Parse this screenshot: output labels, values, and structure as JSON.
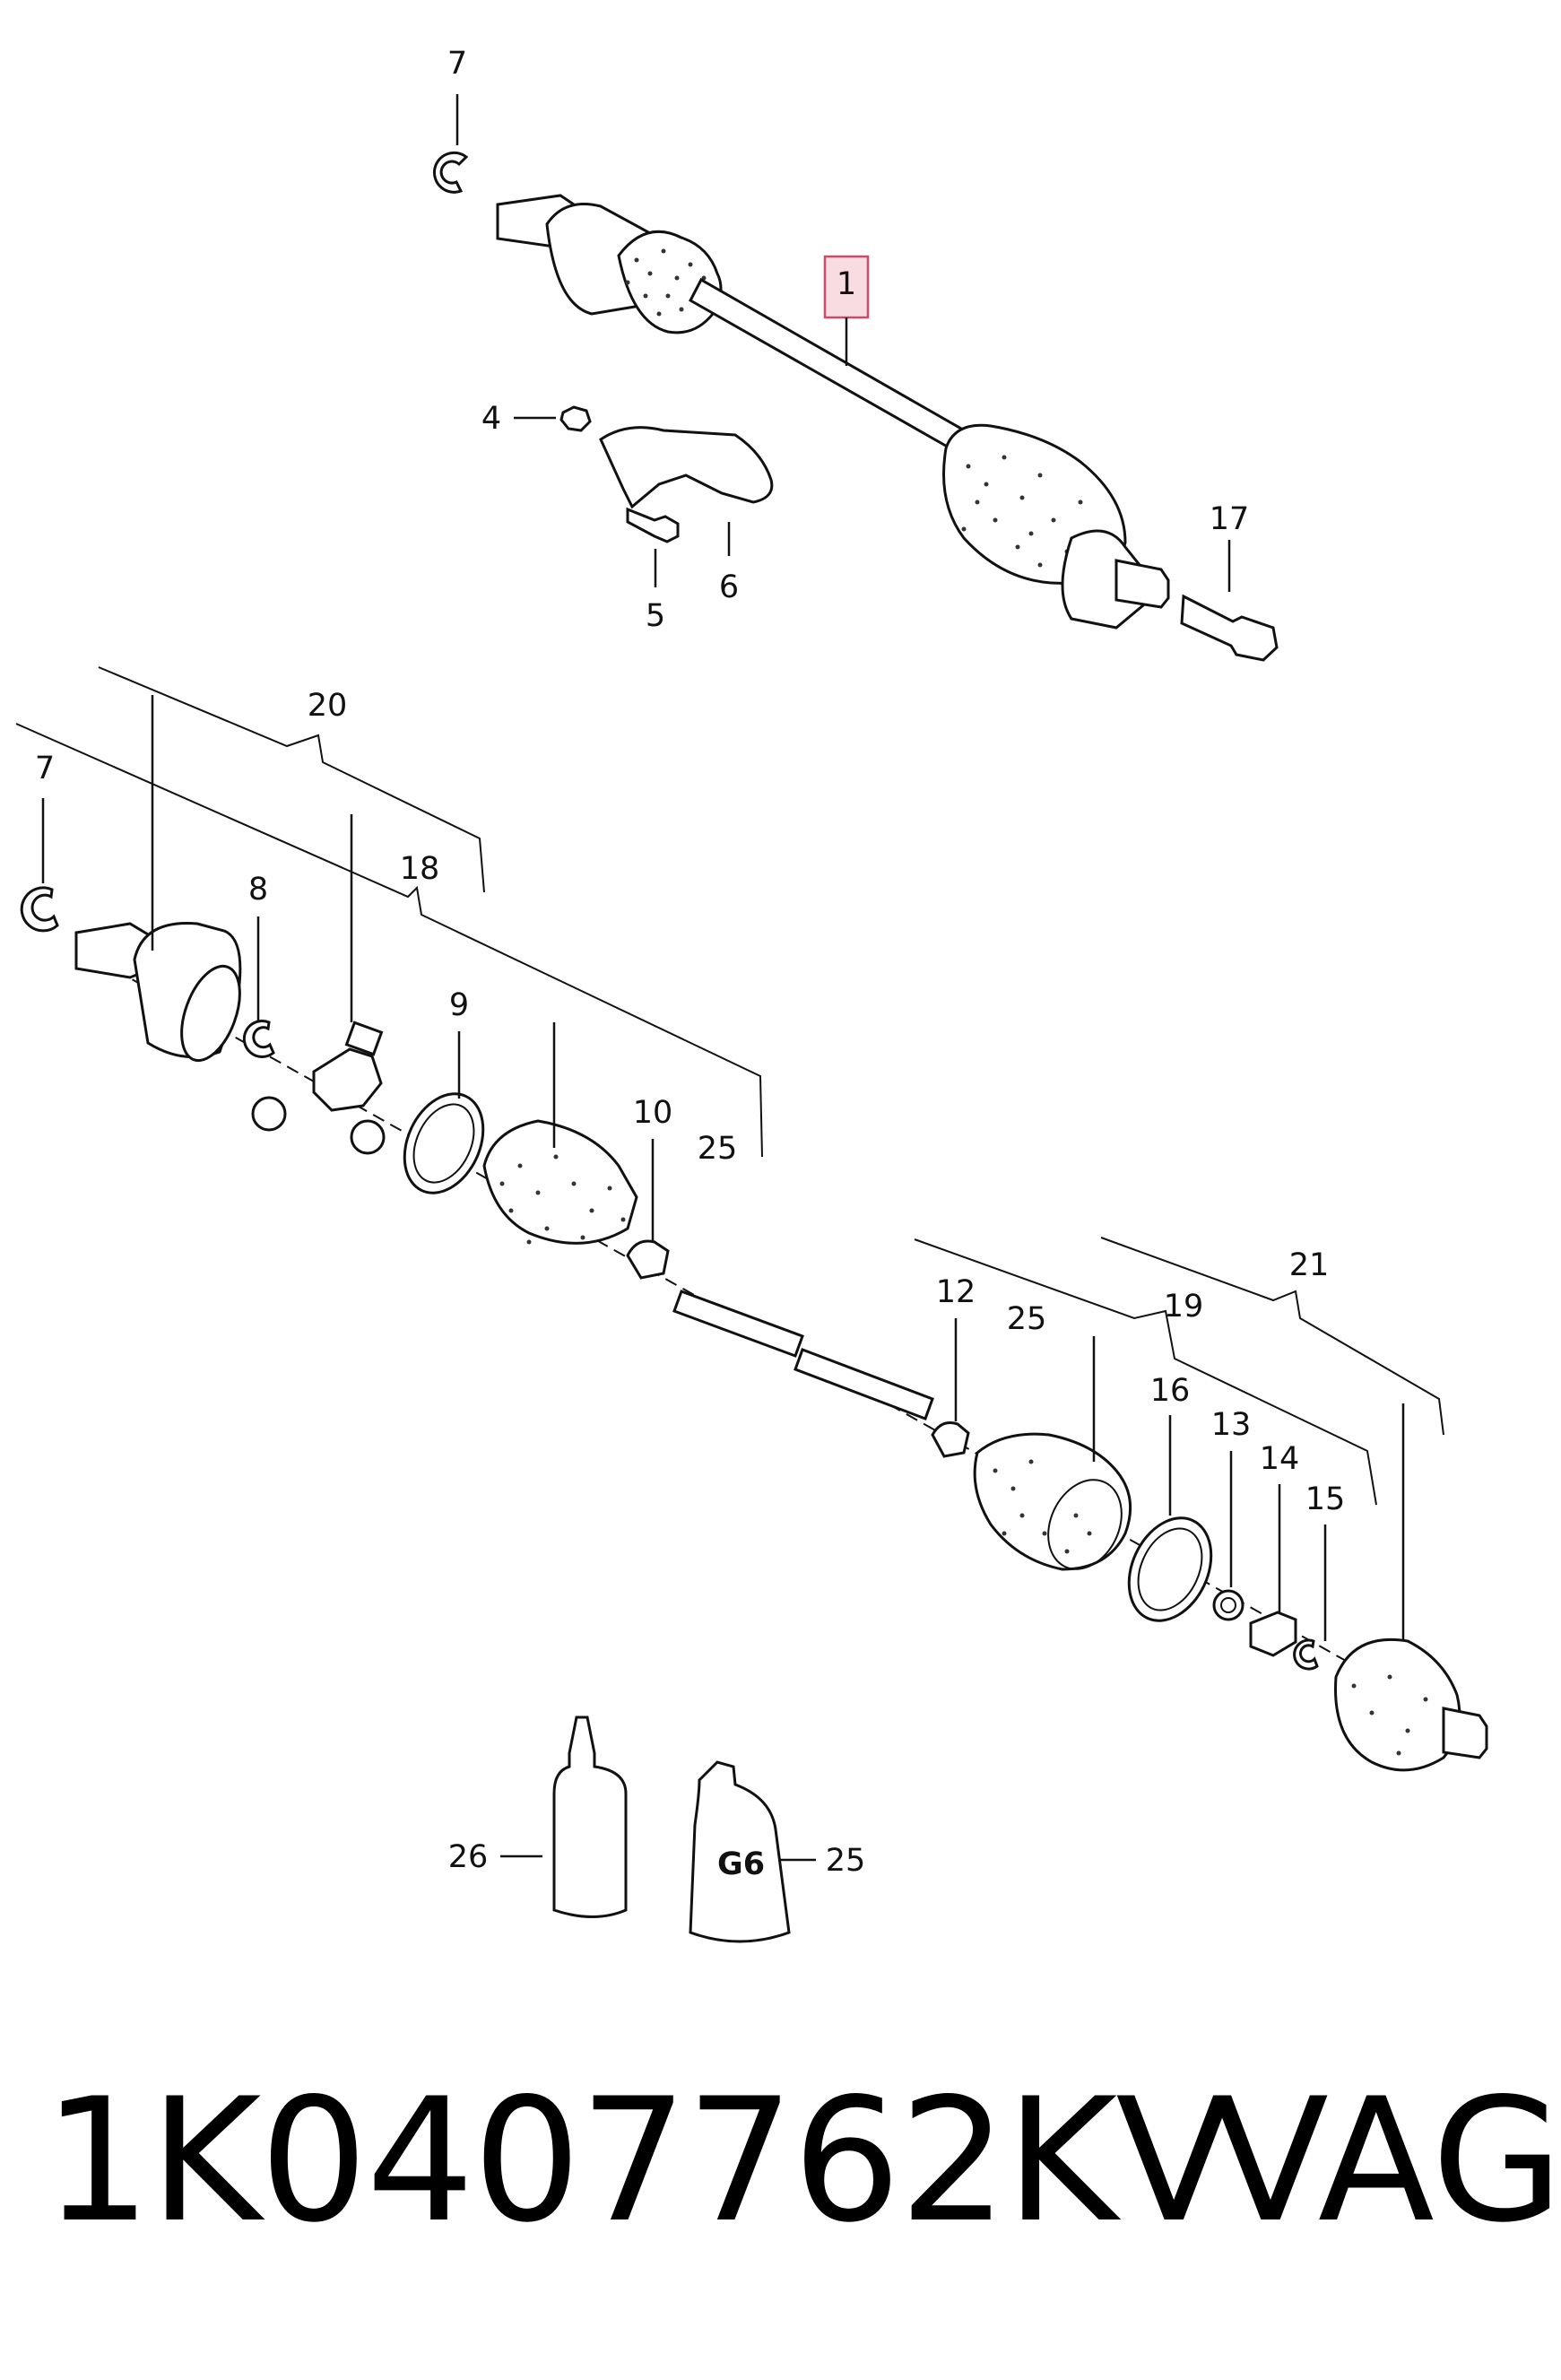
{
  "callouts": {
    "c1": "1",
    "c4": "4",
    "c5": "5",
    "c6": "6",
    "c7a": "7",
    "c17": "17",
    "c20": "20",
    "c18": "18",
    "c7b": "7",
    "c8": "8",
    "c9": "9",
    "c10": "10",
    "c25a": "25",
    "c12": "12",
    "c25b": "25",
    "c19": "19",
    "c21": "21",
    "c16": "16",
    "c13": "13",
    "c14": "14",
    "c15": "15",
    "c26": "26",
    "c25c": "25"
  },
  "tube_label": "G6",
  "footer": {
    "part_number": "1K0407762KV",
    "brand": "VAG"
  },
  "colors": {
    "highlight_fill": "#f7dce2",
    "highlight_stroke": "#d24a68",
    "ink": "#111111"
  }
}
